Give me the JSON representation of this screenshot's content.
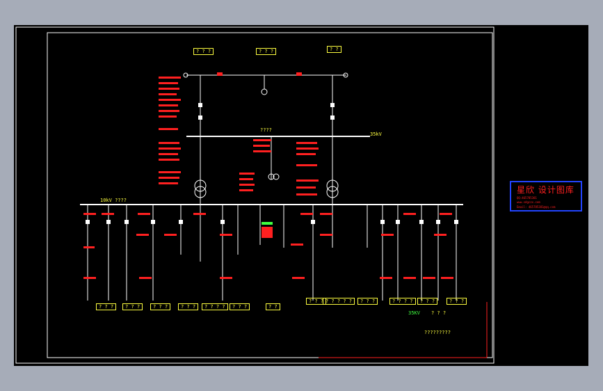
{
  "drawing": {
    "voltage_label": "35kV",
    "bus_label_center": "????",
    "bus_label_right": "35kV",
    "lower_bus_label": "10kV ????",
    "green_label": "35KV",
    "question_label": "? ? ?",
    "footer_note": "?????????"
  },
  "top_boxes": [
    "? ? ?",
    "? ? ?",
    "? ?"
  ],
  "feeder_boxes": [
    "? ? ?",
    "? ? ?",
    "? ? ?",
    "? ? ?",
    "? ? ? ?",
    "? ? ?",
    "? ?",
    "? ? ?",
    "? ? ? ? ?",
    "? ? ?",
    "? ? ? ?",
    "? ? ?",
    "? ? ?"
  ],
  "stamp": {
    "title": "星欣 设计图库",
    "line1": "QQ:465785381",
    "line2": "www.sdgczx.com",
    "line3": "Email: 465785381@qq.com"
  },
  "colors": {
    "line": "#ffffff",
    "text": "#ff2020",
    "label": "#ffff40",
    "frame": "#ff2020",
    "stamp_border": "#2244ff"
  }
}
